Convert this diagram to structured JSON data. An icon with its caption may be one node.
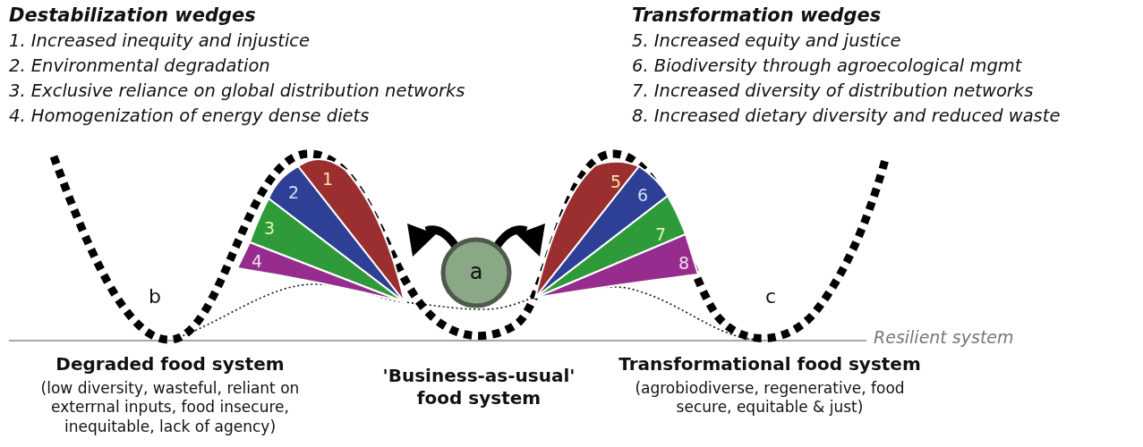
{
  "diagram": {
    "nodes": [
      {
        "text": [
          "1"
        ]
      },
      {
        "text": [
          "2"
        ]
      },
      {
        "text": [
          "3"
        ]
      },
      {
        "text": [
          "4"
        ]
      },
      {
        "text": [
          "5"
        ]
      },
      {
        "text": [
          "6"
        ]
      },
      {
        "text": [
          "7"
        ]
      },
      {
        "text": [
          "8"
        ]
      },
      {
        "text": [
          "a"
        ]
      }
    ],
    "labels": [
      "Destabilization wedges",
      "1. Increased inequity and injustice",
      "2. Environmental degradation",
      "3. Exclusive reliance on global distribution networks",
      "4. Homogenization of energy dense diets",
      "Transformation wedges",
      "5. Increased equity and justice",
      "6. Biodiversity through agroecological mgmt",
      "7. Increased diversity of distribution networks",
      "8. Increased dietary diversity and reduced waste",
      "b",
      "c",
      "Resilient system",
      "Degraded food system",
      "(low diversity, wasteful, reliant on exterrnal inputs, food insecure, inequitable, lack of agency)",
      "'Business-as-usual' food system",
      "Transformational food system",
      "(agrobiodiverse, regenerative, food secure, equitable & just)"
    ]
  }
}
